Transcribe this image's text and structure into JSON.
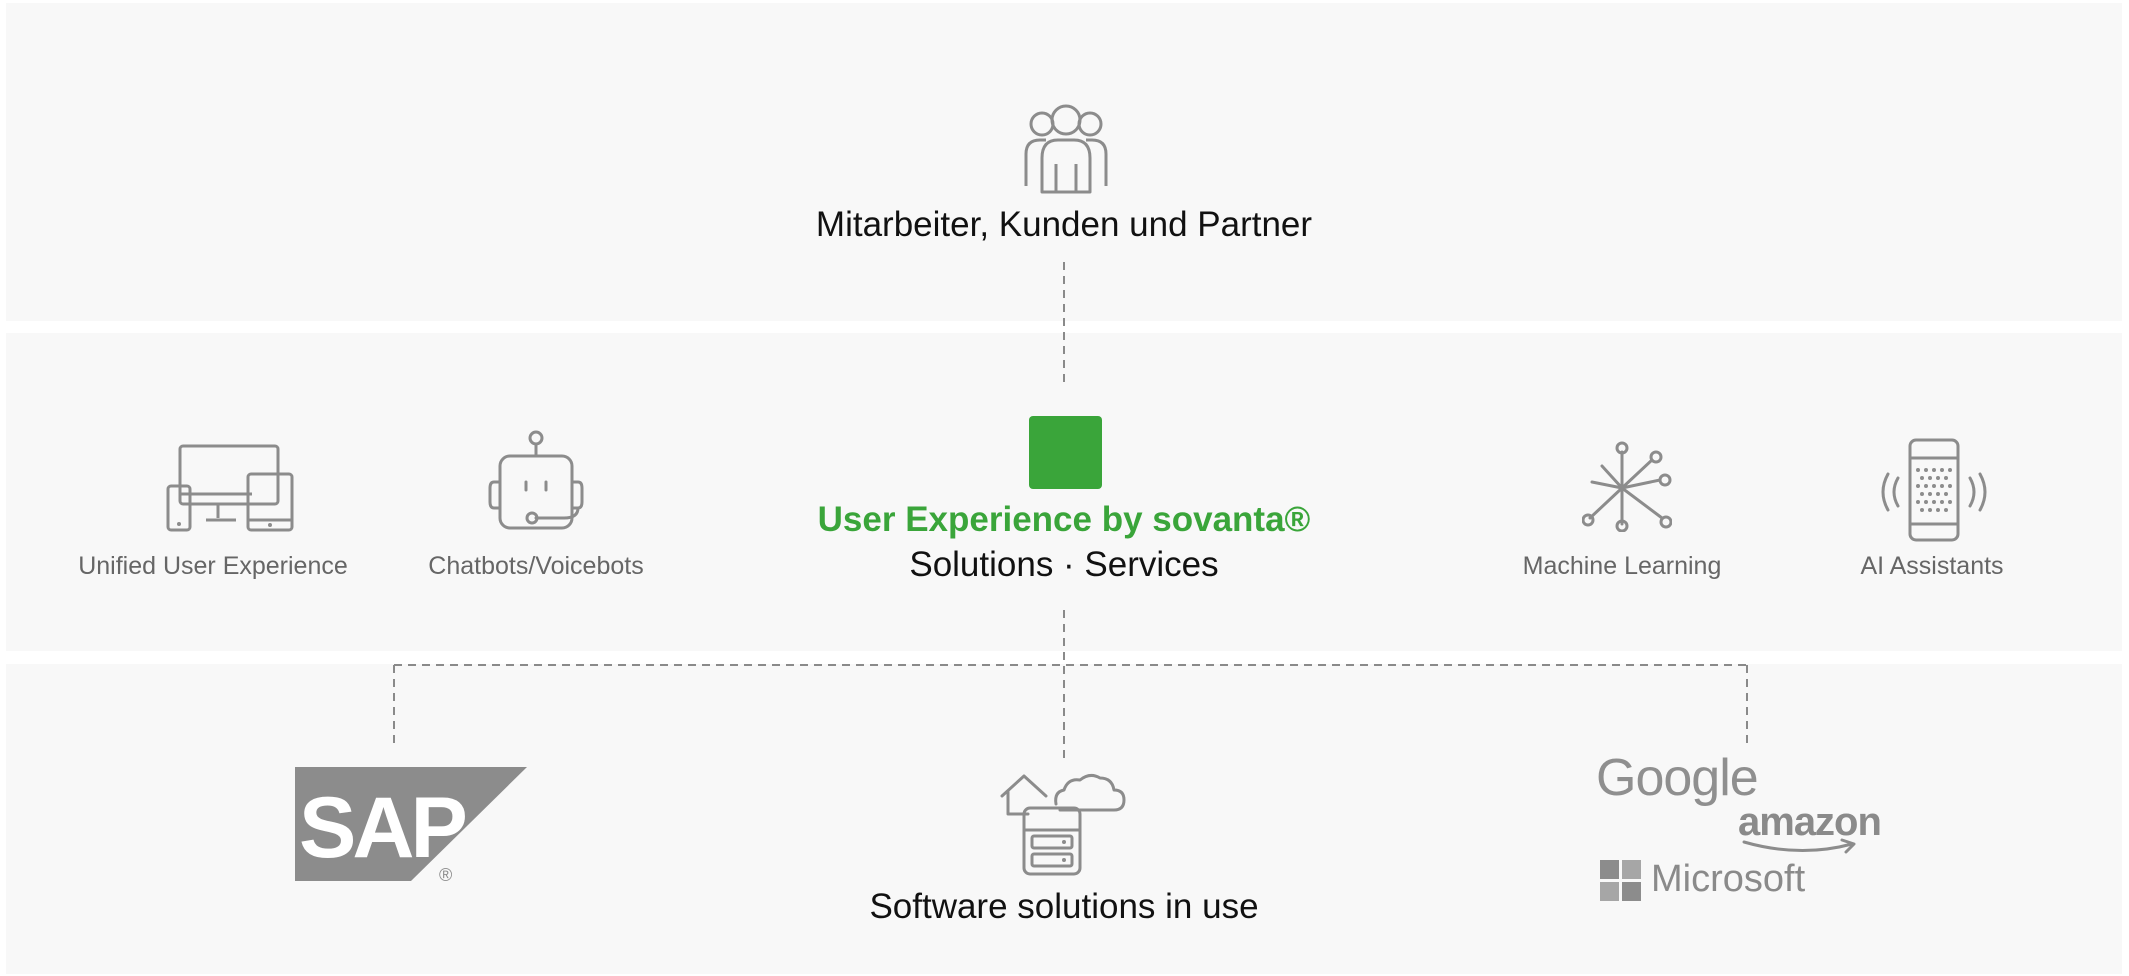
{
  "colors": {
    "accent_green": "#3aa53a",
    "icon_gray": "#8c8c8c",
    "band_bg": "#f8f8f8",
    "connector": "#8a8a8a"
  },
  "top": {
    "icon": "people-group-icon",
    "title": "Mitarbeiter, Kunden und Partner"
  },
  "center": {
    "logo": "green-square",
    "name": "User Experience by sovanta®",
    "subtitle": "Solutions · Services"
  },
  "capabilities": [
    {
      "icon": "devices-icon",
      "label": "Unified User Experience"
    },
    {
      "icon": "chatbot-icon",
      "label": "Chatbots/Voicebots"
    },
    {
      "icon": "network-icon",
      "label": "Machine Learning"
    },
    {
      "icon": "smart-speaker-icon",
      "label": "AI Assistants"
    }
  ],
  "software": {
    "icon": "hybrid-cloud-server-icon",
    "title": "Software solutions in use",
    "vendors": {
      "sap": "SAP",
      "sap_mark": "®",
      "google": "Google",
      "amazon": "amazon",
      "microsoft": "Microsoft"
    }
  }
}
